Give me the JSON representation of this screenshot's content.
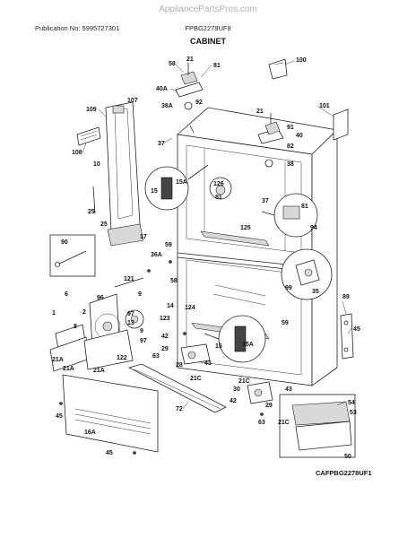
{
  "watermark": "AppliancePartsPros.com",
  "header": {
    "publication": "Publication No: 5995727301",
    "model": "FPBG2278UF8"
  },
  "title": "CABINET",
  "diagram_code": "CAFPBG2278UF1",
  "callouts": [
    {
      "label": "58"
    },
    {
      "label": "21"
    },
    {
      "label": "81"
    },
    {
      "label": "100"
    },
    {
      "label": "40A"
    },
    {
      "label": "92"
    },
    {
      "label": "38A"
    },
    {
      "label": "107"
    },
    {
      "label": "109"
    },
    {
      "label": "101"
    },
    {
      "label": "21"
    },
    {
      "label": "91"
    },
    {
      "label": "37"
    },
    {
      "label": "40"
    },
    {
      "label": "108"
    },
    {
      "label": "10"
    },
    {
      "label": "82"
    },
    {
      "label": "38"
    },
    {
      "label": "15"
    },
    {
      "label": "15A"
    },
    {
      "label": "126"
    },
    {
      "label": "81"
    },
    {
      "label": "37"
    },
    {
      "label": "81"
    },
    {
      "label": "25"
    },
    {
      "label": "94"
    },
    {
      "label": "25"
    },
    {
      "label": "125"
    },
    {
      "label": "17"
    },
    {
      "label": "90"
    },
    {
      "label": "59"
    },
    {
      "label": "36A"
    },
    {
      "label": "58"
    },
    {
      "label": "121"
    },
    {
      "label": "99"
    },
    {
      "label": "35"
    },
    {
      "label": "6"
    },
    {
      "label": "9"
    },
    {
      "label": "96"
    },
    {
      "label": "14"
    },
    {
      "label": "89"
    },
    {
      "label": "2"
    },
    {
      "label": "97"
    },
    {
      "label": "13"
    },
    {
      "label": "124"
    },
    {
      "label": "123"
    },
    {
      "label": "1"
    },
    {
      "label": "8"
    },
    {
      "label": "45"
    },
    {
      "label": "59"
    },
    {
      "label": "9"
    },
    {
      "label": "97"
    },
    {
      "label": "42"
    },
    {
      "label": "15"
    },
    {
      "label": "15A"
    },
    {
      "label": "21A"
    },
    {
      "label": "122"
    },
    {
      "label": "63"
    },
    {
      "label": "29"
    },
    {
      "label": "21A"
    },
    {
      "label": "21A"
    },
    {
      "label": "28"
    },
    {
      "label": "43"
    },
    {
      "label": "21C"
    },
    {
      "label": "21C"
    },
    {
      "label": "30"
    },
    {
      "label": "43"
    },
    {
      "label": "42"
    },
    {
      "label": "72"
    },
    {
      "label": "29"
    },
    {
      "label": "54"
    },
    {
      "label": "45"
    },
    {
      "label": "63"
    },
    {
      "label": "21C"
    },
    {
      "label": "53"
    },
    {
      "label": "16A"
    },
    {
      "label": "50"
    },
    {
      "label": "45"
    }
  ]
}
